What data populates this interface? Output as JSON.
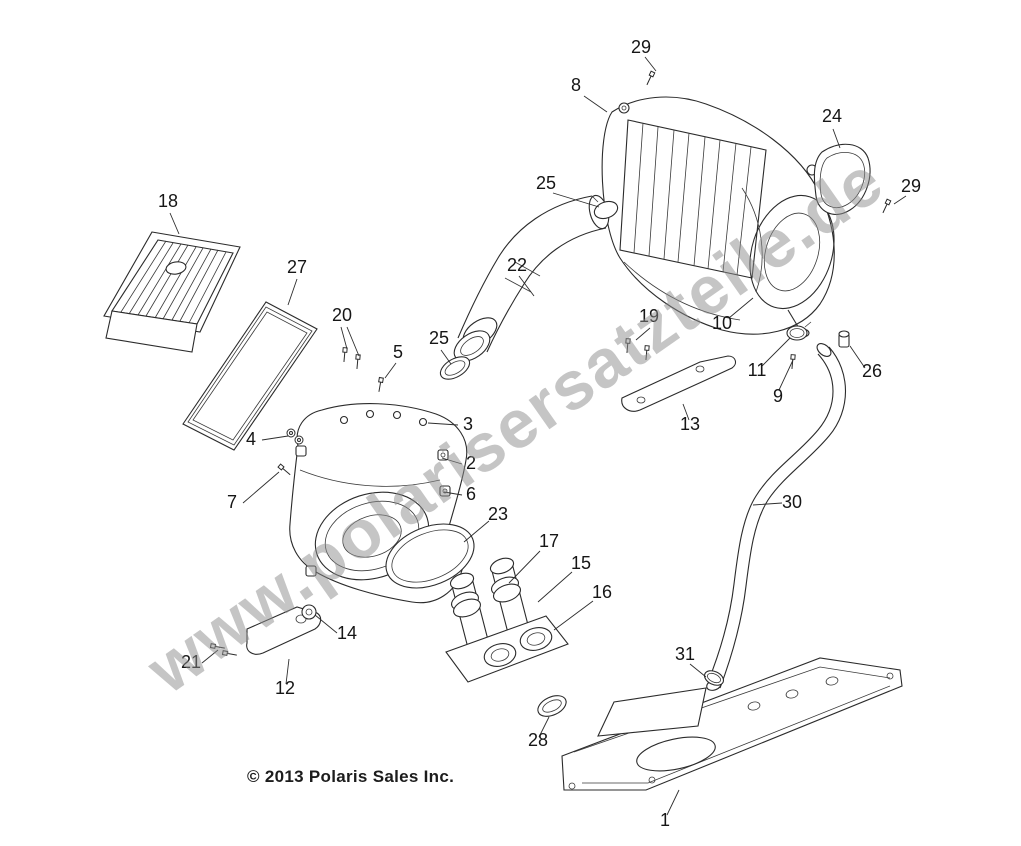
{
  "page": {
    "watermark": "www.polarisersatzteile.de",
    "copyright": "© 2013 Polaris Sales Inc."
  },
  "colors": {
    "line_art": "#2b2b2b",
    "watermark_gray": "#8d8d8d",
    "background": "#ffffff"
  },
  "callouts": [
    {
      "label": "29"
    },
    {
      "label": "8"
    },
    {
      "label": "24"
    },
    {
      "label": "29"
    },
    {
      "label": "25"
    },
    {
      "label": "18"
    },
    {
      "label": "22"
    },
    {
      "label": "27"
    },
    {
      "label": "20"
    },
    {
      "label": "10"
    },
    {
      "label": "19"
    },
    {
      "label": "25"
    },
    {
      "label": "5"
    },
    {
      "label": "11"
    },
    {
      "label": "26"
    },
    {
      "label": "9"
    },
    {
      "label": "3"
    },
    {
      "label": "4"
    },
    {
      "label": "13"
    },
    {
      "label": "2"
    },
    {
      "label": "6"
    },
    {
      "label": "7"
    },
    {
      "label": "23"
    },
    {
      "label": "30"
    },
    {
      "label": "17"
    },
    {
      "label": "15"
    },
    {
      "label": "16"
    },
    {
      "label": "14"
    },
    {
      "label": "21"
    },
    {
      "label": "31"
    },
    {
      "label": "12"
    },
    {
      "label": "28"
    },
    {
      "label": "1"
    }
  ]
}
